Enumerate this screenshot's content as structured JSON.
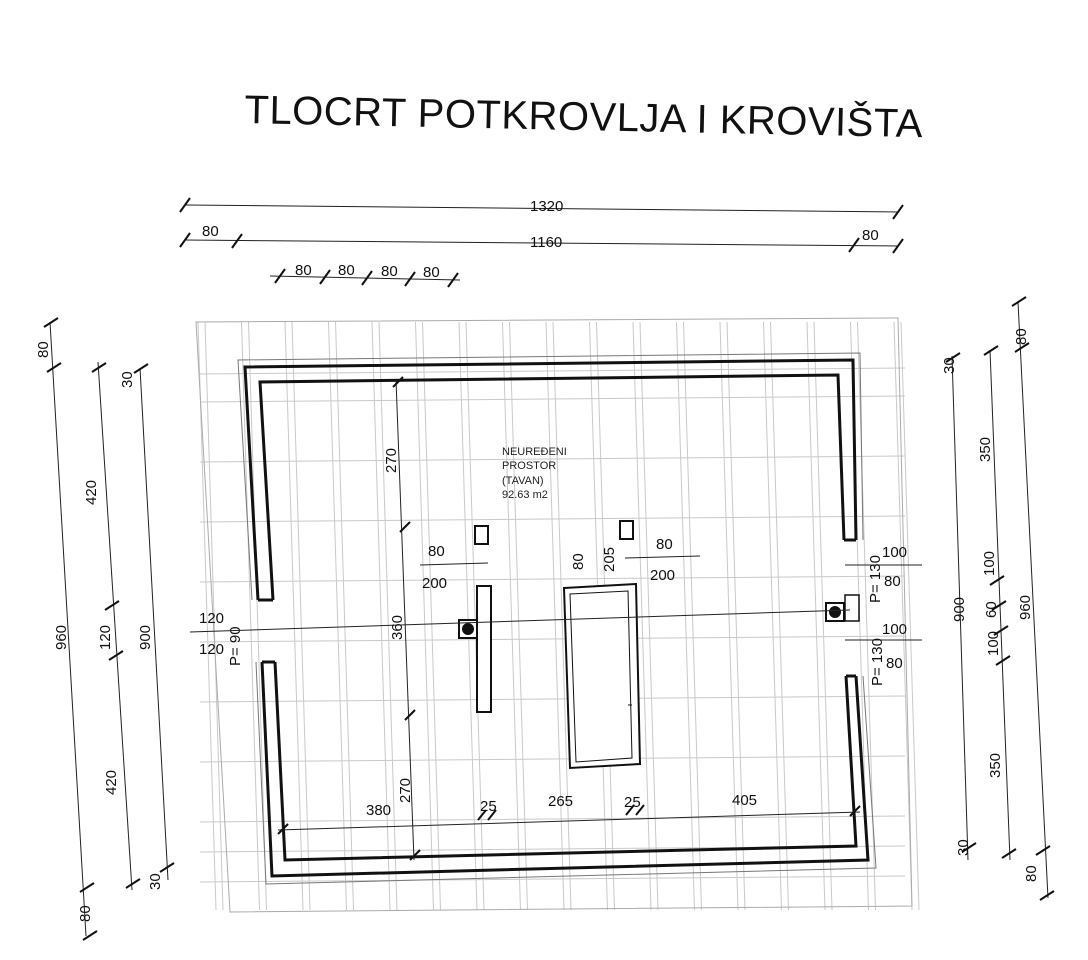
{
  "title": "TLOCRT POTKROVLJA I KROVIŠTA",
  "room": {
    "line1": "NEUREĐENI",
    "line2": "PROSTOR",
    "line3": "(TAVAN)",
    "area": "92.63 m2"
  },
  "top_dims": {
    "total": "1320",
    "inner": "1160",
    "left_overhang": "80",
    "right_overhang": "80",
    "rafters": [
      "80",
      "80",
      "80",
      "80"
    ]
  },
  "left_dims": {
    "total": "960",
    "outer_top": "80",
    "outer_bottom": "80",
    "mid_900": "900",
    "top_30": "30",
    "bottom_30": "30",
    "seg_420_top": "420",
    "seg_120": "120",
    "seg_420_bottom": "420"
  },
  "right_dims": {
    "total": "960",
    "outer_top": "80",
    "outer_bottom": "80",
    "mid_900": "900",
    "top_30": "30",
    "bottom_30": "30",
    "seg_350_top": "350",
    "seg_100_top": "100",
    "seg_60": "60",
    "seg_100_bottom": "100",
    "seg_350_bottom": "350"
  },
  "window_left": {
    "w1": "120",
    "w2": "120",
    "p": "P= 90"
  },
  "window_right": {
    "w1": "100",
    "h1": "80",
    "w2": "100",
    "h2": "80",
    "p1": "P= 130",
    "p2": "P= 130"
  },
  "interior": {
    "h270_top": "270",
    "h360": "360",
    "h270_bottom": "270",
    "left_opening_w": "80",
    "left_opening_h": "200",
    "right_opening_w": "80",
    "right_opening_h": "200",
    "mid_80": "80",
    "mid_205": "205",
    "bottom_380": "380",
    "bottom_25a": "25",
    "bottom_265": "265",
    "bottom_25b": "25",
    "bottom_405": "405"
  }
}
